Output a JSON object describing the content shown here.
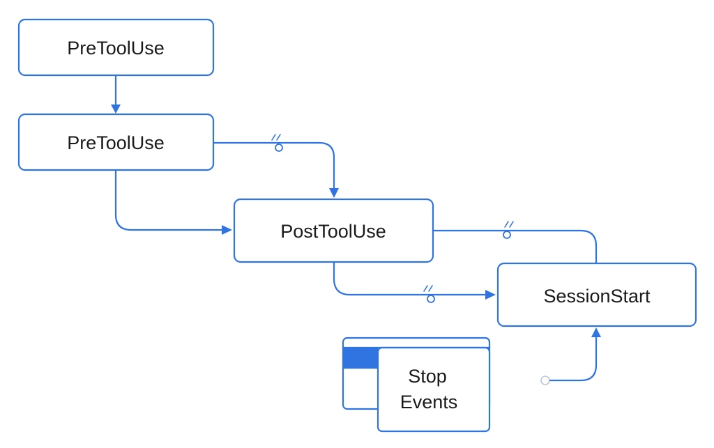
{
  "diagram": {
    "nodes": [
      {
        "id": "pretooluse-1",
        "label": "PreToolUse"
      },
      {
        "id": "pretooluse-2",
        "label": "PreToolUse"
      },
      {
        "id": "posttooluse",
        "label": "PostToolUse"
      },
      {
        "id": "sessionstart",
        "label": "SessionStart"
      },
      {
        "id": "stop-events",
        "label_line1": "Stop",
        "label_line2": "Events"
      }
    ],
    "edges": [
      {
        "from": "pretooluse-1",
        "to": "pretooluse-2"
      },
      {
        "from": "pretooluse-2",
        "to": "posttooluse",
        "route": "down-right"
      },
      {
        "from": "pretooluse-2",
        "to": "posttooluse",
        "route": "right-down",
        "marker": "ring-icon"
      },
      {
        "from": "posttooluse",
        "to": "sessionstart",
        "route": "right-down",
        "marker": "ring-icon"
      },
      {
        "from": "posttooluse",
        "to": "sessionstart",
        "route": "down-right",
        "marker": "ring-icon"
      },
      {
        "from": "start-point",
        "to": "sessionstart",
        "route": "right-up"
      }
    ],
    "colors": {
      "accent": "#2f74e0",
      "text": "#1a1a1a",
      "background": "#ffffff",
      "start_dot": "#b9c7dc"
    }
  }
}
